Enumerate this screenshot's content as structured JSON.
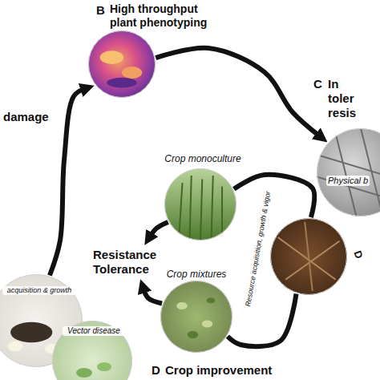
{
  "diagram": {
    "nodes": [
      {
        "text": [
          "B",
          "High throughput plant phenotyping"
        ]
      },
      {
        "text": [
          "C",
          "In toler resis",
          "Physical b"
        ]
      },
      {
        "text": [
          "acquisition & growth"
        ]
      },
      {
        "text": [
          "Vector disease"
        ]
      },
      {
        "text": [
          "Crop monoculture"
        ]
      },
      {
        "text": [
          "Resource acquisition, growth & vigor"
        ]
      },
      {
        "text": [
          "Resistance Tolerance"
        ]
      },
      {
        "text": [
          "Crop mixtures"
        ]
      }
    ],
    "edges": [
      {
        "from": 2,
        "to": 0,
        "arrow": "to"
      },
      {
        "from": 0,
        "to": 1,
        "arrow": "to"
      },
      {
        "from": 4,
        "to": 6,
        "arrow": "to"
      },
      {
        "from": 7,
        "to": 6,
        "arrow": "to"
      },
      {
        "from": 5,
        "to": 4,
        "arrow": "none"
      },
      {
        "from": 5,
        "to": 7,
        "arrow": "none"
      }
    ],
    "labels": [
      "damage",
      "D",
      "D",
      "Crop improvement"
    ]
  }
}
